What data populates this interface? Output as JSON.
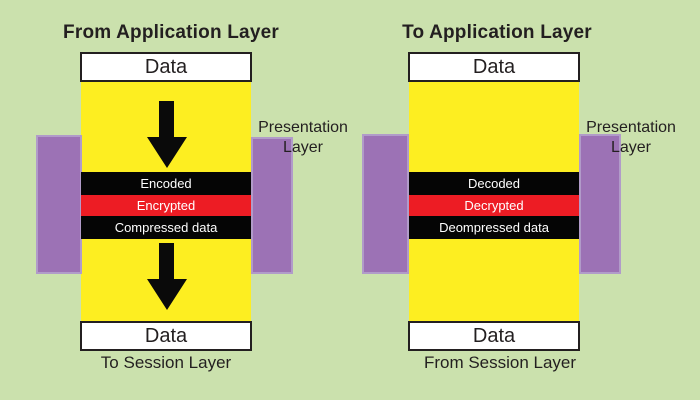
{
  "colors": {
    "background": "#cbe1ad",
    "body_yellow": "#fdee21",
    "side_purple": "#9c72b5",
    "band_black": "#050505",
    "band_red": "#ed1c24",
    "data_box_white": "#ffffff",
    "text_black": "#231f20",
    "band_text_white": "#ffffff"
  },
  "left": {
    "top_label": "From Application Layer",
    "data_top": "Data",
    "bands": [
      {
        "label": "Encoded",
        "color": "#050505"
      },
      {
        "label": "Encrypted",
        "color": "#ed1c24"
      },
      {
        "label": "Compressed data",
        "color": "#050505"
      }
    ],
    "data_bottom": "Data",
    "bottom_label": "To Session Layer",
    "side_label": {
      "line1": "Presentation",
      "line2": "Layer"
    },
    "arrow_direction": "down"
  },
  "right": {
    "top_label": "To Application Layer",
    "data_top": "Data",
    "bands": [
      {
        "label": "Decoded",
        "color": "#050505"
      },
      {
        "label": "Decrypted",
        "color": "#ed1c24"
      },
      {
        "label": "Deompressed data",
        "color": "#050505"
      }
    ],
    "data_bottom": "Data",
    "bottom_label": "From Session Layer",
    "side_label": {
      "line1": "Presentation",
      "line2": "Layer"
    }
  }
}
